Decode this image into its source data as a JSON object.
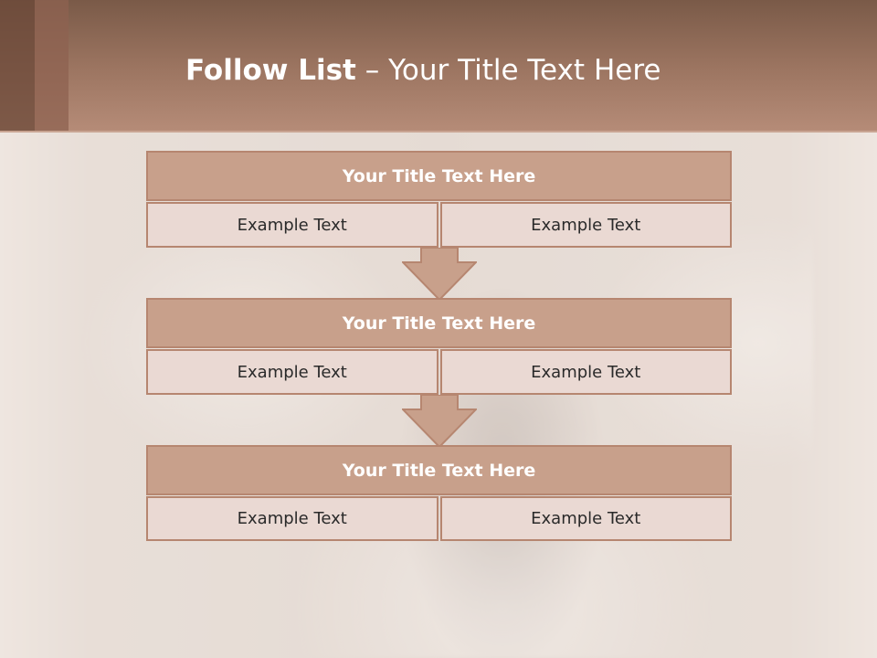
{
  "header": {
    "title_bold": "Follow List",
    "title_rest": " – Your Title Text Here"
  },
  "blocks": [
    {
      "title": "Your Title Text Here",
      "left": "Example Text",
      "right": "Example Text"
    },
    {
      "title": "Your Title Text Here",
      "left": "Example Text",
      "right": "Example Text"
    },
    {
      "title": "Your Title Text Here",
      "left": "Example Text",
      "right": "Example Text"
    }
  ],
  "colors": {
    "header": "#9b7460",
    "box_title": "#c8a08b",
    "box_cell": "#ead9d3",
    "border": "#b68670"
  }
}
